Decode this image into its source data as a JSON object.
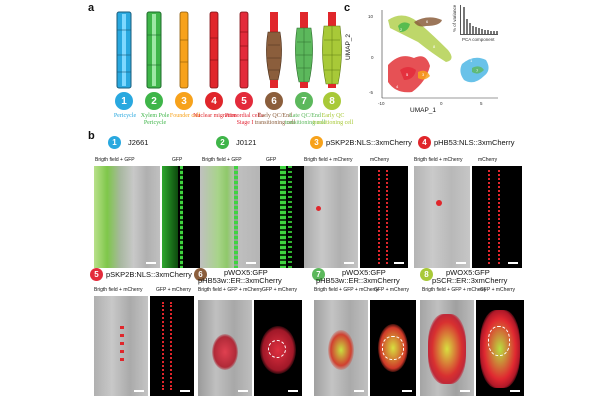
{
  "panel_letters": {
    "a": "a",
    "b": "b",
    "c": "c"
  },
  "colors": {
    "c1": "#29a8df",
    "c2": "#3fb549",
    "c3": "#f7a21b",
    "c4": "#e0262b",
    "c5": "#e32b3b",
    "c6": "#8b5e3c",
    "c7": "#5cb85c",
    "c8": "#a8c938"
  },
  "stages": [
    {
      "num": "1",
      "caption": "Pericycle",
      "color": "#29a8df"
    },
    {
      "num": "2",
      "caption": "Xylem Pole Pericycle",
      "color": "#3fb549"
    },
    {
      "num": "3",
      "caption": "Founder cell",
      "color": "#f7a21b"
    },
    {
      "num": "4",
      "caption": "Nuclear migration",
      "color": "#e0262b"
    },
    {
      "num": "5",
      "caption": "Primordial cells-Stage I",
      "color": "#e32b3b"
    },
    {
      "num": "6",
      "caption": "Early QC/End transitioning cell",
      "color": "#8b5e3c"
    },
    {
      "num": "7",
      "caption": "Late QC/End transitioning cell",
      "color": "#5cb85c"
    },
    {
      "num": "8",
      "caption": "Early QC transitioning cell",
      "color": "#a8c938"
    }
  ],
  "umap": {
    "xlabel": "UMAP_1",
    "ylabel": "UMAP_2",
    "yticks": [
      "10",
      "0",
      "-5"
    ],
    "xticks": [
      "-10",
      "0",
      "5"
    ],
    "inset_xlabel": "PCA component",
    "inset_ylabel": "% of variance",
    "inset_bars": [
      0.95,
      0.55,
      0.4,
      0.3,
      0.24,
      0.2,
      0.17,
      0.15,
      0.13,
      0.12,
      0.11,
      0.1
    ]
  },
  "micro": [
    {
      "num": "1",
      "title": "J2661",
      "lbl_left": "Brigth field + GFP",
      "lbl_right": "GFP"
    },
    {
      "num": "2",
      "title": "J0121",
      "lbl_left": "Brigth field + GFP",
      "lbl_right": "GFP"
    },
    {
      "num": "3",
      "title": "pSKP2B:NLS::3xmCherry",
      "lbl_left": "Brigth field + mCherry",
      "lbl_right": "mCherry"
    },
    {
      "num": "4",
      "title": "pHB53:NLS::3xmCherry",
      "lbl_left": "Brigth field + mCherry",
      "lbl_right": "mCherry"
    },
    {
      "num": "5",
      "title": "pSKP2B:NLS::3xmCherry",
      "lbl_left": "Brigth field + mCherry",
      "lbl_right": "GFP + mCherry"
    },
    {
      "num": "6",
      "title": "pWOX5:GFP",
      "title2": "pHB53w::ER::3xmCherry",
      "lbl_left": "Brigth field + GFP + mCherry",
      "lbl_right": "GFP + mCherry"
    },
    {
      "num": "7",
      "title": "pWOX5:GFP",
      "title2": "pHB53w::ER::3xmCherry",
      "lbl_left": "Brigth field + GFP + mCherry",
      "lbl_right": "GFP + mCherry"
    },
    {
      "num": "8",
      "title": "pWOX5:GFP",
      "title2": "pSCR::ER::3xmCherry",
      "lbl_left": "Brigth field + GFP + mCherry",
      "lbl_right": "GFP + mCherry"
    }
  ]
}
